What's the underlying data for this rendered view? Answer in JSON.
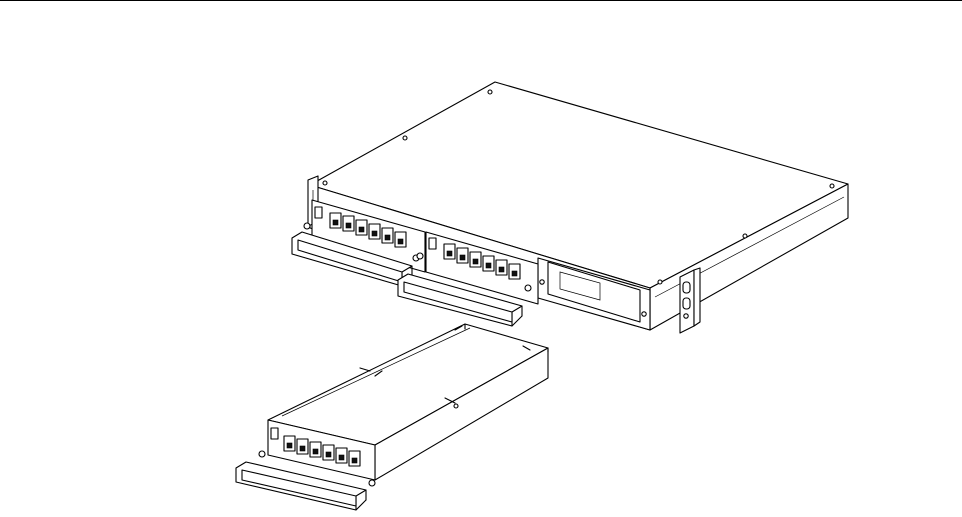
{
  "figure": {
    "subject": "",
    "chassis_slots": 3,
    "installed_cassettes": 2,
    "removed_cassettes": 1,
    "ports_per_cassette": 6,
    "colors": {
      "line": "#000000",
      "background": "#ffffff"
    }
  }
}
